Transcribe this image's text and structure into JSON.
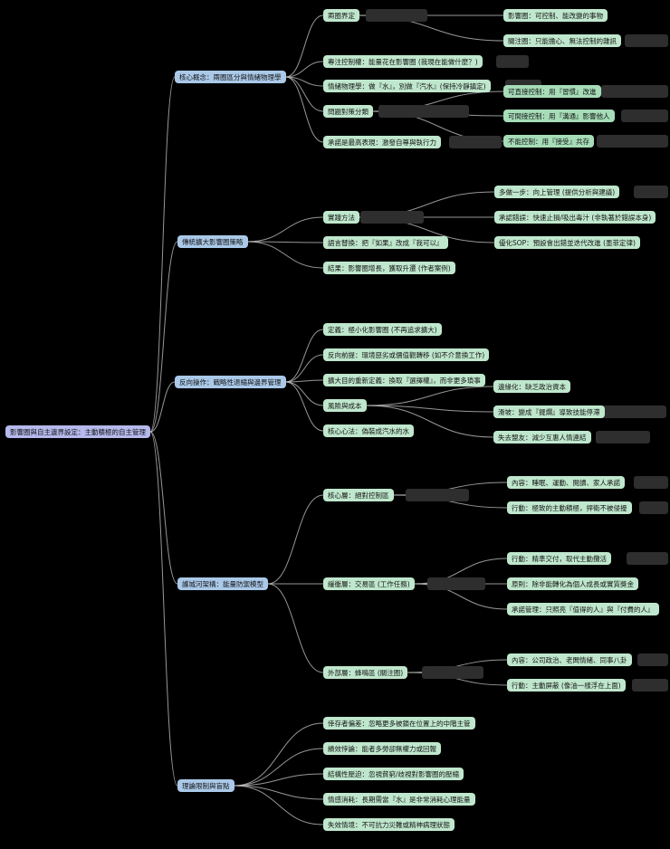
{
  "colors": {
    "canvas_bg": "#000000",
    "root_bg": "#b5b9ec",
    "branch_bg": "#aac9e9",
    "topic_bg": "#bfe7cd",
    "leaf_bg": "#bfe7cd",
    "leaf_alt_bg": "#a6ddb8",
    "ghost_bg": "#2e2e2e",
    "line": "#c9c9c9"
  },
  "root": {
    "label": "影響圈與自主邊界設定：主動積極的自主管理"
  },
  "branches": [
    {
      "label": "核心概念：兩圈區分與情緒物理學",
      "children": [
        {
          "label": "兩圈界定",
          "children": [
            {
              "label": "影響圈：可控制、能改變的事物"
            },
            {
              "label": "關注圈：只能擔心、無法控制的雜訊"
            }
          ]
        },
        {
          "label": "專注控制權：能量花在影響圈 (我現在能做什麼？)"
        },
        {
          "label": "情緒物理學：做『水』，別做『汽水』(保持冷靜鎮定)"
        },
        {
          "label": "問題對策分類",
          "children": [
            {
              "label": "可直接控制：用『習慣』改進"
            },
            {
              "label": "可間接控制：用『溝通』影響他人"
            },
            {
              "label": "不能控制：用『接受』共存"
            }
          ]
        },
        {
          "label": "承諾是最高表現：激發自尊與執行力"
        }
      ]
    },
    {
      "label": "傳統擴大影響圈策略",
      "children": [
        {
          "label": "實踐方法",
          "children": [
            {
              "label": "多做一步：向上管理 (提供分析與建議)"
            },
            {
              "label": "承認錯誤：快速止損/吸出毒汁 (非執著於錯誤本身)"
            },
            {
              "label": "優化SOP：預設會出錯並迭代改進 (墨菲定律)"
            }
          ]
        },
        {
          "label": "語言替換：把『如果』改成『我可以』"
        },
        {
          "label": "結果：影響圈增長，獲取升遷 (作者案例)"
        }
      ]
    },
    {
      "label": "反向操作：戰略性退縮與邊界管理",
      "children": [
        {
          "label": "定義：極小化影響圈 (不再追求擴大)"
        },
        {
          "label": "反向前提：環境惡劣或價值觀轉移 (如不介意換工作)"
        },
        {
          "label": "擴大目的重新定義：換取『選擇權』，而非更多瑣事"
        },
        {
          "label": "風險與成本",
          "children": [
            {
              "label": "邊緣化：缺乏政治資本"
            },
            {
              "label": "滑坡：變成『擺爛』導致技能停滯"
            },
            {
              "label": "失去盟友：減少互惠人情連結"
            }
          ]
        },
        {
          "label": "核心心法：偽裝成汽水的水"
        }
      ]
    },
    {
      "label": "護城河架構：能量防禦模型",
      "children": [
        {
          "label": "核心層：絕對控制區",
          "children": [
            {
              "label": "內容：睡眠、運動、閱讀、家人承諾"
            },
            {
              "label": "行動：極致的主動積極，捍衛不被侵擾"
            }
          ]
        },
        {
          "label": "緩衝層：交易區 (工作任務)",
          "children": [
            {
              "label": "行動：精準交付，取代主動攬活"
            },
            {
              "label": "原則：除非能轉化為個人成長或實質獎金"
            },
            {
              "label": "承諾管理：只照亮『值得的人』與『付費的人』"
            }
          ]
        },
        {
          "label": "外部層：蜂鳴區 (關注圈)",
          "children": [
            {
              "label": "內容：公司政治、老闆情緒、同事八卦"
            },
            {
              "label": "行動：主動屏蔽 (像油一樣浮在上面)"
            }
          ]
        }
      ]
    },
    {
      "label": "理論限制與盲點",
      "children": [
        {
          "label": "倖存者偏差：忽略更多被鎖在位置上的中階主管"
        },
        {
          "label": "績效悖論：能者多勞卻無權力或回報"
        },
        {
          "label": "結構性壓迫：忽視貧窮/歧視對影響圈的壓縮"
        },
        {
          "label": "情感消耗：長期需當『水』是非常消耗心理能量"
        },
        {
          "label": "失效情境：不可抗力災難或精神病理狀態"
        }
      ]
    }
  ]
}
